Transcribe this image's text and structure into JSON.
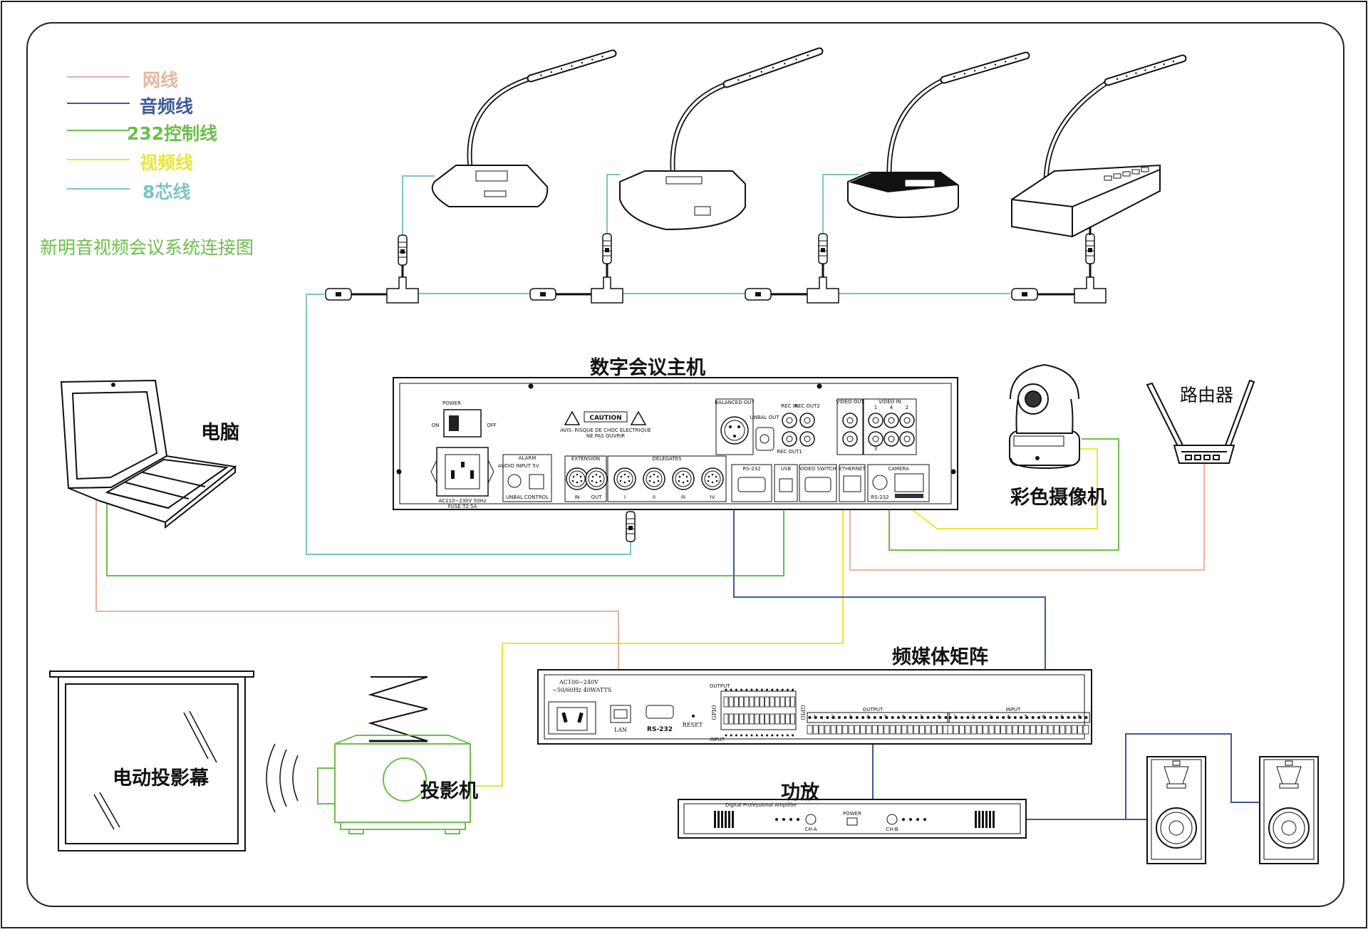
{
  "colors": {
    "network": "#e8b59e",
    "audio": "#3f5a9a",
    "rs232": "#6bbf4a",
    "video": "#ece43a",
    "eight_core": "#7cc3c8",
    "line": "#222222"
  },
  "legend": [
    {
      "label": "网线",
      "color": "#e8b59e"
    },
    {
      "label": "音频线",
      "color": "#3f5a9a"
    },
    {
      "label": "232控制线",
      "color": "#6bbf4a"
    },
    {
      "label": "视频线",
      "color": "#ece43a"
    },
    {
      "label": "8芯线",
      "color": "#7cc3c8"
    }
  ],
  "system_title": "新明音视频会议系统连接图",
  "devices": {
    "host": "数字会议主机",
    "computer": "电脑",
    "camera": "彩色摄像机",
    "router": "路由器",
    "matrix": "频媒体矩阵",
    "amplifier": "功放",
    "projector": "投影机",
    "screen": "电动投影幕"
  },
  "host_panel": {
    "power": "POWER",
    "on": "ON",
    "off": "OFF",
    "ac": "AC110~230V 50Hz",
    "fuse": "FUSE:T2.5A",
    "caution": "CAUTION",
    "caution_sub1": "AVIS: RISQUE DE CHOC ELECTRIQUE",
    "caution_sub2": "NE PAS OUVRIR",
    "alarm": "ALARM",
    "audio_input": "AUDIO INPUT",
    "five_v": "5V",
    "unbal": "UNBAL",
    "control": "CONTROL",
    "extension": "EXTENSION",
    "delegates": "DELEGATES",
    "in": "IN",
    "out": "OUT",
    "roman": [
      "I",
      "II",
      "III",
      "IV"
    ],
    "balanced_out": "BALANCED OUT",
    "unbal_out": "UNBAL OUT",
    "rec_in": "REC IN",
    "rec_out2": "REC OUT2",
    "rec_out1": "REC OUT1",
    "video_out": "VIDEO OUT",
    "video_in": "VIDEO IN",
    "video_in_nums": [
      "1",
      "2",
      "3",
      "4"
    ],
    "rs232": "RS-232",
    "usb": "USB",
    "video_switch": "VIDEO SWITCH",
    "ethernet": "ETHERNET",
    "camera": "CAMERA",
    "camera_rs232": "RS-232"
  },
  "matrix_panel": {
    "ac": "AC100~240V",
    "hz": "~50/60Hz 40WATTS",
    "lan": "LAN",
    "rs232": "RS-232",
    "reset": "RESET",
    "gpio": "GPIO",
    "output": "OUTPUT",
    "input": "INPUT",
    "channels": [
      "1",
      "2",
      "3",
      "4",
      "5",
      "6",
      "7",
      "8"
    ]
  },
  "amp_panel": {
    "brand": "Digital Professional Amplifier",
    "power": "POWER",
    "cha": "CH-A",
    "chb": "CH-B"
  }
}
